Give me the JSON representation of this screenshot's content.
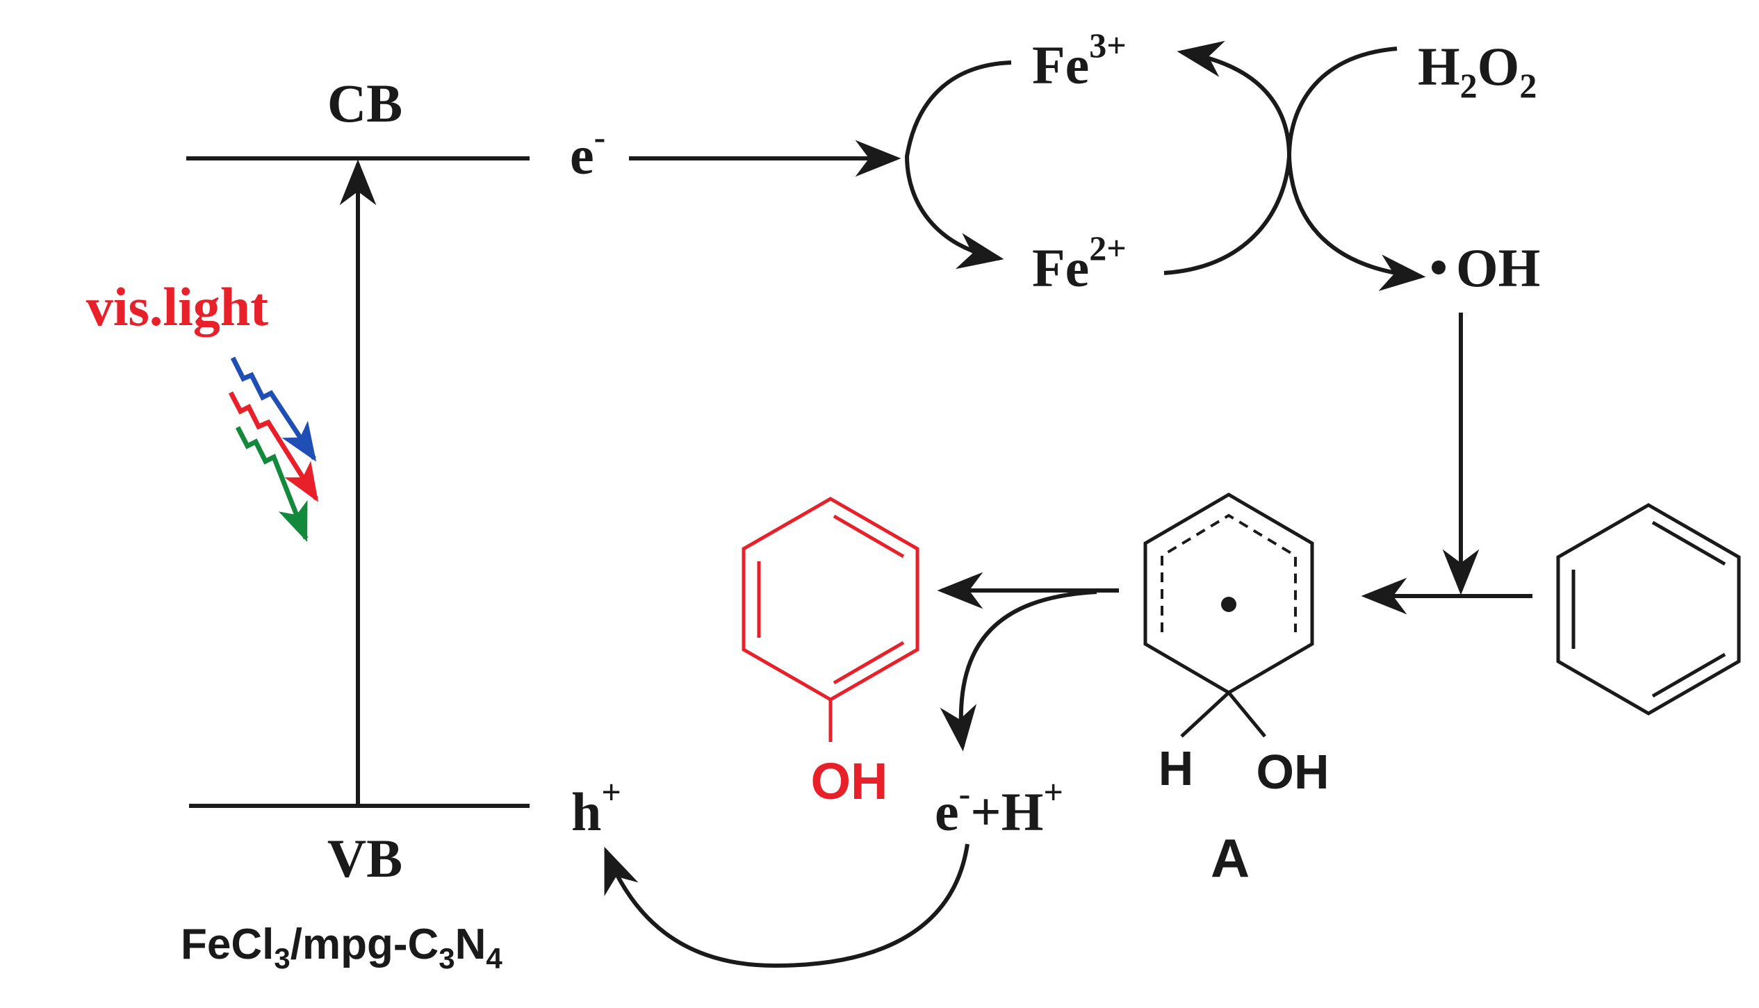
{
  "band_diagram": {
    "cb_label": "CB",
    "vb_label": "VB",
    "catalyst": {
      "prefix": "FeCl",
      "sub1": "3",
      "mid": "/mpg-C",
      "sub2": "3",
      "N": "N",
      "sub3": "4"
    },
    "electron": {
      "base": "e",
      "sup": "-"
    },
    "hole": {
      "base": "h",
      "sup": "+"
    },
    "light_label": "vis.light"
  },
  "fenton_cycle": {
    "fe3": {
      "base": "Fe",
      "sup": "3+"
    },
    "fe2": {
      "base": "Fe",
      "sup": "2+"
    },
    "h2o2": {
      "H": "H",
      "sub1": "2",
      "O": "O",
      "sub2": "2"
    },
    "radical": "OH"
  },
  "products": {
    "intermediate_label": "A",
    "intermediate_h": "H",
    "intermediate_oh": "OH",
    "phenol_oh": "OH",
    "regeneration": {
      "e": "e",
      "e_sup": "-",
      "plus": "+H",
      "h_sup": "+"
    }
  },
  "colors": {
    "ink": "#1a1a1a",
    "highlight": "#e8202a",
    "light_blue": "#1f4fb4",
    "light_red": "#e8202a",
    "light_green": "#13893c"
  }
}
